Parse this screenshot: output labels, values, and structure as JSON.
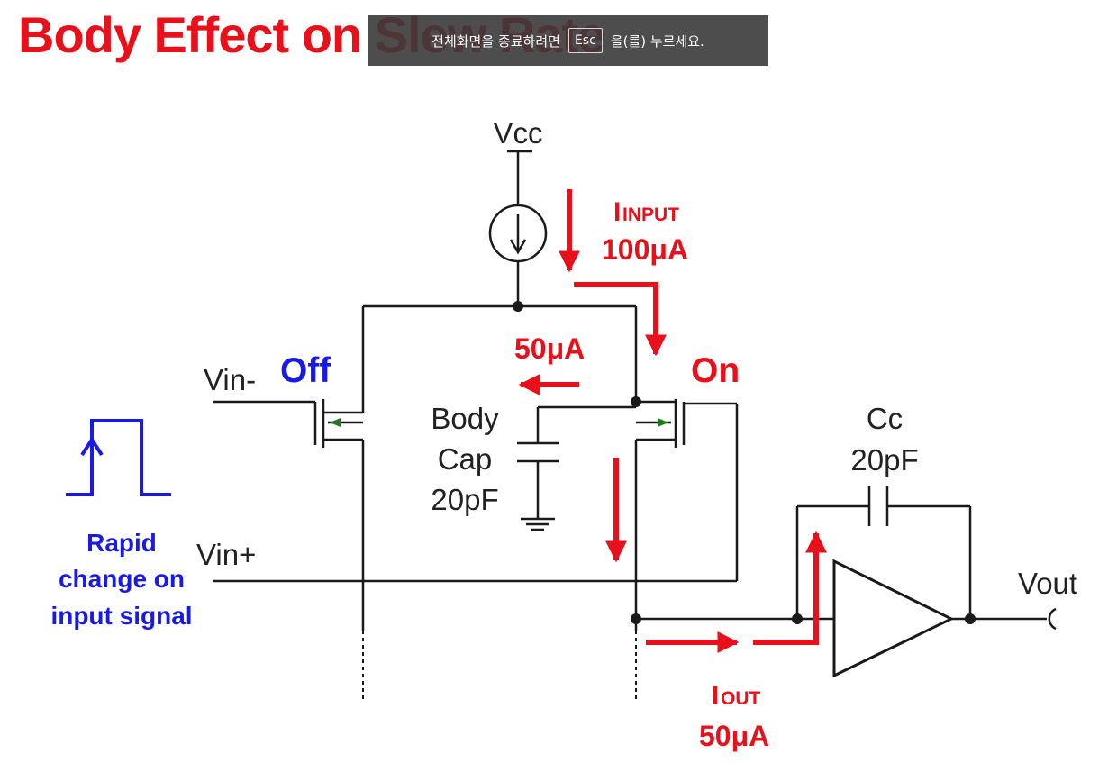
{
  "slide": {
    "title": "Body Effect on Slew Rate"
  },
  "overlay": {
    "message_before": "전체화면을 종료하려면",
    "key": "Esc",
    "message_after": "을(를) 누르세요."
  },
  "circuit": {
    "supply_label": "Vcc",
    "inputs": {
      "negative": "Vin-",
      "positive": "Vin+"
    },
    "transistor_states": {
      "left": "Off",
      "right": "On"
    },
    "input_current": {
      "symbol": "I",
      "subscript": "INPUT",
      "value": "100μA"
    },
    "body_cap_current": "50μA",
    "body_cap": {
      "line1": "Body",
      "line2": "Cap",
      "value": "20pF"
    },
    "comp_cap": {
      "name": "Cc",
      "value": "20pF"
    },
    "output_label": "Vout",
    "output_current": {
      "symbol": "I",
      "subscript": "OUT",
      "value": "50μA"
    },
    "input_signal_caption": [
      "Rapid",
      "change on",
      "input signal"
    ]
  },
  "colors": {
    "title_red": "#e8101a",
    "annotation_red": "#e8101a",
    "annotation_blue": "#1a1ae6",
    "wire": "#1a1a1a",
    "source_arrow_green": "#1f7a1f"
  }
}
